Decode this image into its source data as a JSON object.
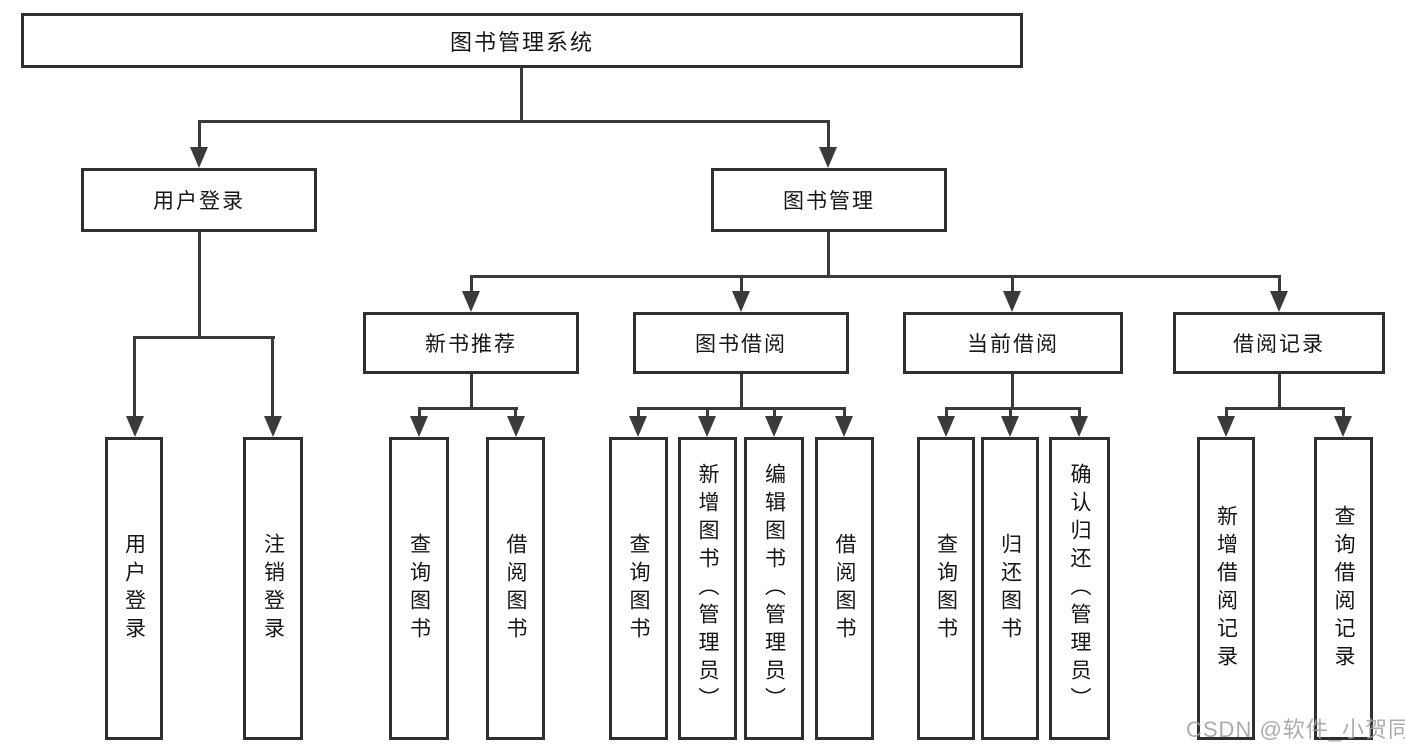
{
  "colors": {
    "line": "#3a3a3a",
    "box_border": "#2f2f2f",
    "text": "#161616",
    "background": "#ffffff",
    "watermark": "#9e9ea2"
  },
  "watermark": {
    "text": "CSDN @软件_小贺同学"
  },
  "tree": {
    "root": "图书管理系统",
    "children": [
      {
        "label": "用户登录",
        "children": [
          "用户登录",
          "注销登录"
        ]
      },
      {
        "label": "图书管理",
        "children": [
          {
            "label": "新书推荐",
            "children": [
              "查询图书",
              "借阅图书"
            ]
          },
          {
            "label": "图书借阅",
            "children": [
              "查询图书",
              "新增图书（管理员）",
              "编辑图书（管理员）",
              "借阅图书"
            ]
          },
          {
            "label": "当前借阅",
            "children": [
              "查询图书",
              "归还图书",
              "确认归还（管理员）"
            ]
          },
          {
            "label": "借阅记录",
            "children": [
              "新增借阅记录",
              "查询借阅记录"
            ]
          }
        ]
      }
    ]
  }
}
